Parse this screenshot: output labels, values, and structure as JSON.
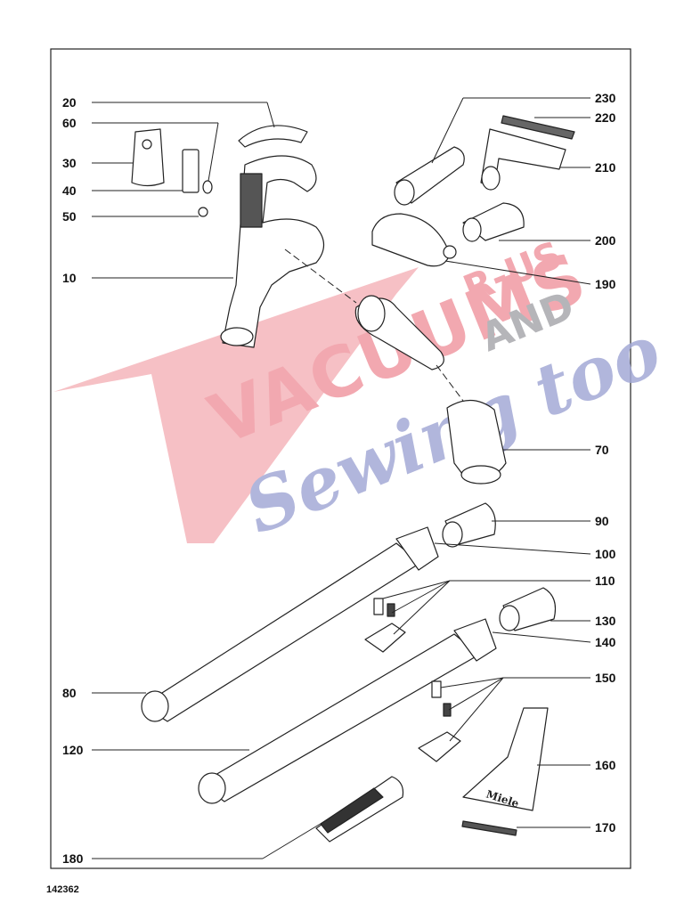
{
  "diagram": {
    "doc_number": "142362",
    "part_labels": [
      "20",
      "60",
      "30",
      "40",
      "50",
      "10",
      "230",
      "220",
      "210",
      "200",
      "190",
      "70",
      "90",
      "100",
      "110",
      "130",
      "140",
      "80",
      "150",
      "120",
      "160",
      "170",
      "180"
    ]
  },
  "watermark": {
    "line1": "VACUUMS",
    "line2": "R-US",
    "line3": "AND",
    "line4": "Sewing too",
    "color_main": "#f2a6ad",
    "color_secondary": "#9ba2cf"
  },
  "parts": {
    "nozzle_brand": "Miele"
  }
}
